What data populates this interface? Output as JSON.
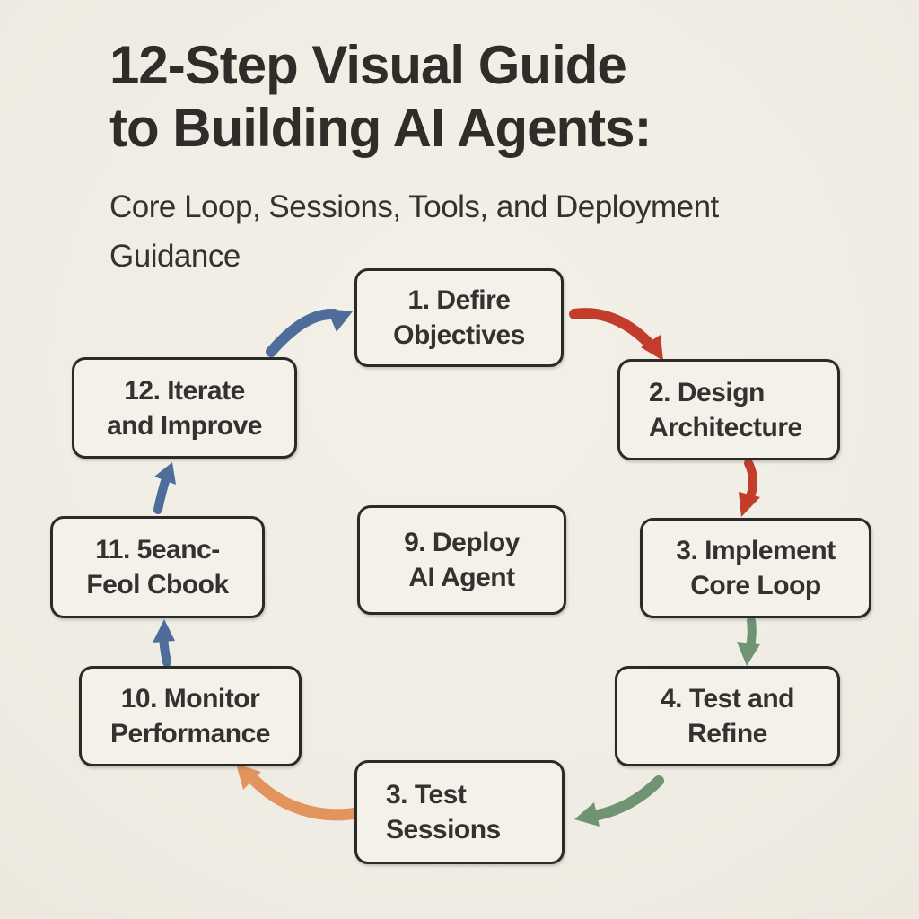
{
  "title": {
    "heading": "12-Step Visual Guide\nto Building AI Agents:",
    "subtitle": "Core Loop, Sessions, Tools, and Deployment\nGuidance"
  },
  "nodes": {
    "step1": {
      "label": "1. Defire\nObjectives"
    },
    "step2": {
      "label": "2. Design\nArchitecture"
    },
    "step3": {
      "label": "3. Implement\nCore Loop"
    },
    "step4": {
      "label": "4. Test and\nRefine"
    },
    "step5": {
      "label": "3. Test\nSessions"
    },
    "step9": {
      "label": "9. Deploy\nAI Agent"
    },
    "step10": {
      "label": "10. Monitor\nPerformance"
    },
    "step11": {
      "label": "11. 5eanc-\nFeol Cbook"
    },
    "step12": {
      "label": "12. Iterate\nand Improve"
    }
  },
  "arrows": [
    {
      "from": "step12",
      "to": "step1",
      "color": "blue"
    },
    {
      "from": "step1",
      "to": "step2",
      "color": "red"
    },
    {
      "from": "step2",
      "to": "step3",
      "color": "red"
    },
    {
      "from": "step3",
      "to": "step4",
      "color": "green"
    },
    {
      "from": "step4",
      "to": "step5",
      "color": "green"
    },
    {
      "from": "step5",
      "to": "step10",
      "color": "orange"
    },
    {
      "from": "step10",
      "to": "step11",
      "color": "blue"
    },
    {
      "from": "step11",
      "to": "step12",
      "color": "blue"
    }
  ],
  "colors": {
    "arrow_blue": "#4e6d9a",
    "arrow_red": "#c23d2b",
    "arrow_green": "#6e9471",
    "arrow_orange": "#e2945f",
    "background": "#f0ede4",
    "box_fill": "#f3f1ea",
    "box_border": "#2b2a28",
    "text": "#2e2d2a"
  }
}
